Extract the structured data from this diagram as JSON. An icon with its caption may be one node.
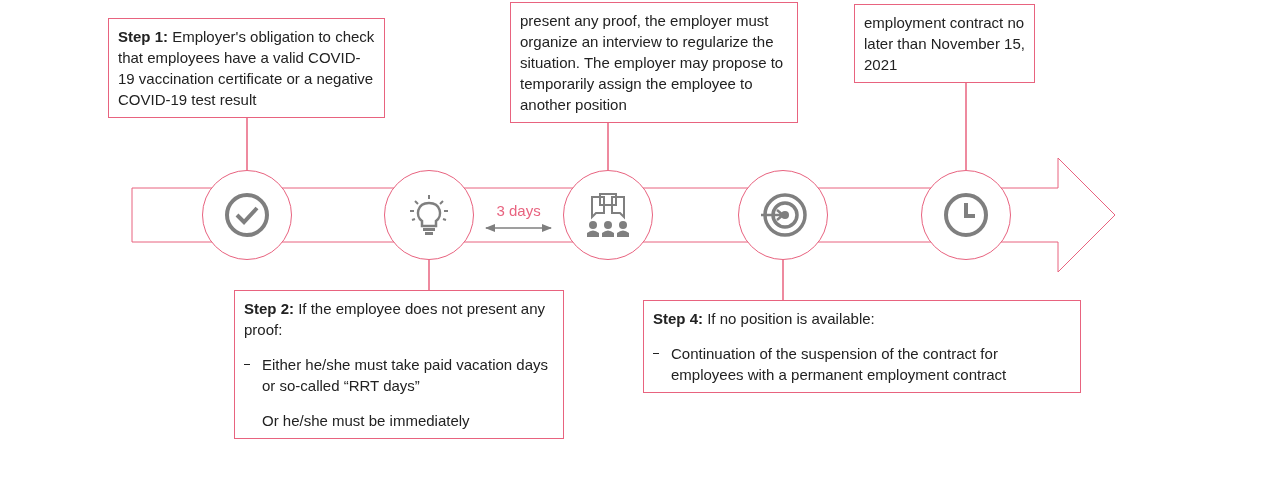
{
  "diagram": {
    "nodes": [
      {
        "text": [
          "**Step 1:** Employer's obligation to check that employees have a valid COVID-19 vaccination certificate or a negative COVID-19 test result"
        ]
      },
      {
        "text": [
          "present any proof, the employer must organize an interview to regularize the situation. The employer may propose to temporarily assign the employee to another position"
        ]
      },
      {
        "text": [
          "employment contract no later than November 15, 2021"
        ]
      },
      {
        "text": [],
        "shape": "circle"
      },
      {
        "text": [],
        "shape": "circle"
      },
      {
        "text": [],
        "shape": "circle"
      },
      {
        "text": [],
        "shape": "circle"
      },
      {
        "text": [],
        "shape": "circle"
      },
      {
        "text": [
          "**Step 2:** If the employee does not present any proof:",
          "Either he/she must take paid vacation days or so-called “RRT days”",
          "Or he/she must be immediately"
        ]
      },
      {
        "text": [
          "**Step 4:** If no position is available:",
          "Continuation of the suspension of the contract for employees with a permanent employment contract"
        ]
      }
    ],
    "edges": [
      {
        "from": 0,
        "to": 3,
        "arrow": "none"
      },
      {
        "from": 1,
        "to": 5,
        "arrow": "none"
      },
      {
        "from": 2,
        "to": 7,
        "arrow": "none"
      },
      {
        "from": 8,
        "to": 4,
        "arrow": "none"
      },
      {
        "from": 9,
        "to": 6,
        "arrow": "none"
      },
      {
        "from": 4,
        "to": 5,
        "arrow": "both",
        "label": "3 days",
        "color": "#7f7f7f"
      }
    ]
  }
}
